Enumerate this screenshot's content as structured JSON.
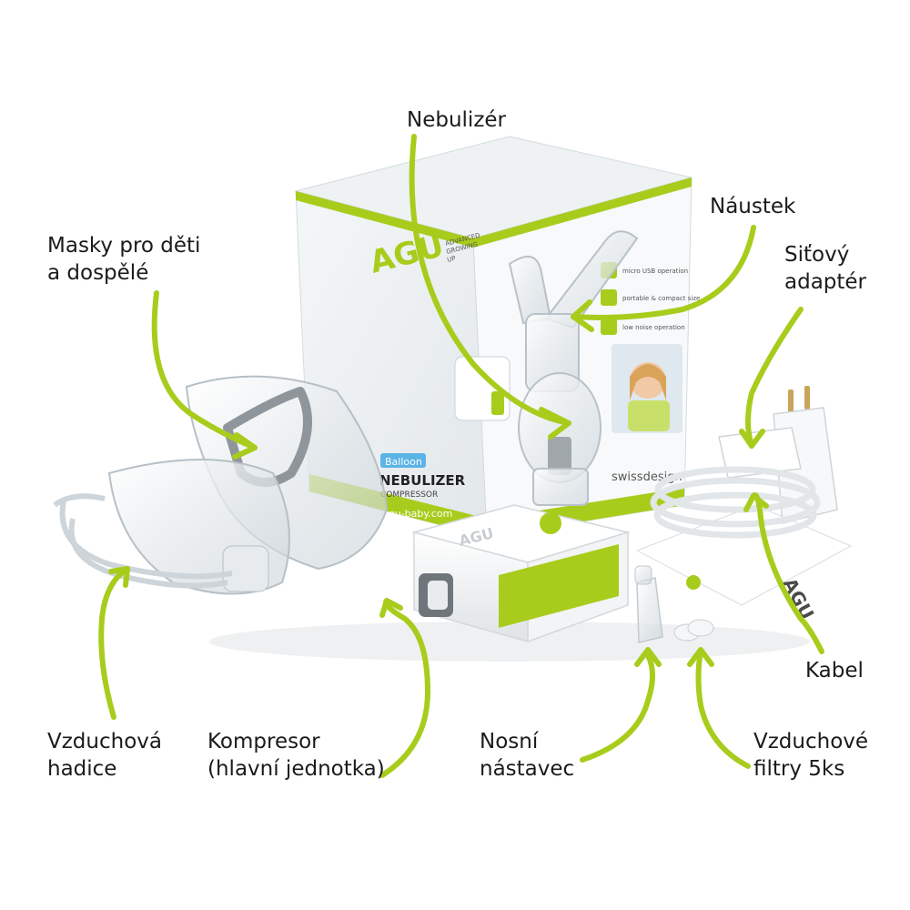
{
  "colors": {
    "accent": "#a8cc1c",
    "text": "#1b1b1b",
    "background": "#ffffff"
  },
  "labels": {
    "nebulizer": "Nebulizér",
    "mouthpiece": "Náustek",
    "masks_line1": "Masky pro děti",
    "masks_line2": "a dospělé",
    "adapter_line1": "Siťový",
    "adapter_line2": "adaptér",
    "cable": "Kabel",
    "tube_line1": "Vzduchová",
    "tube_line2": "hadice",
    "compressor_line1": "Kompresor",
    "compressor_line2": "(hlavní jednotka)",
    "nasal_line1": "Nosní",
    "nasal_line2": "nástavec",
    "filters_line1": "Vzduchové",
    "filters_line2": "filtry 5ks"
  },
  "box": {
    "brand": "AGU",
    "tagline_1": "ADVANCED",
    "tagline_2": "GROWING",
    "tagline_3": "UP",
    "badge": "Balloon",
    "product": "NEBULIZER",
    "subtitle": "COMPRESSOR",
    "website": "agu-baby.com",
    "swiss": "swissdesign",
    "feature_1": "micro USB operation",
    "feature_2": "portable & compact size",
    "feature_3": "low noise operation"
  },
  "compressor": {
    "brand": "AGU"
  },
  "booklet": {
    "brand": "AGU"
  }
}
